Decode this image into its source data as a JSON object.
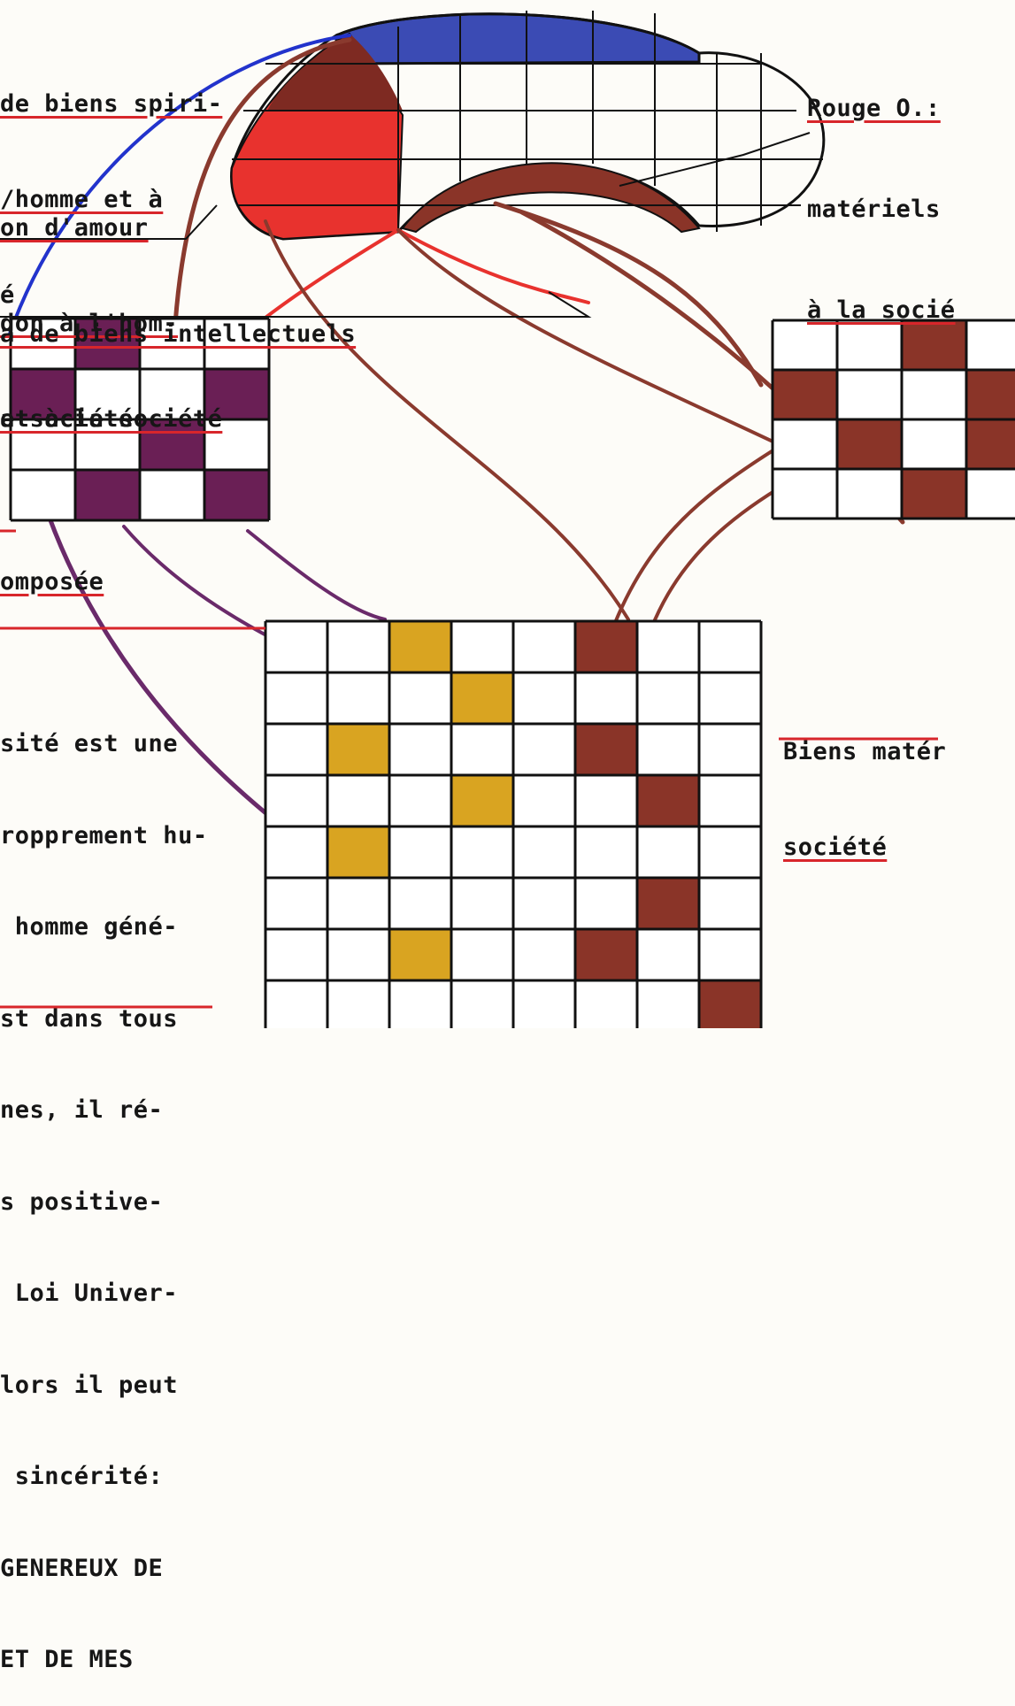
{
  "colors": {
    "paper": "#fdfcf8",
    "ink": "#161616",
    "grid_line": "#111111",
    "blue": "#3b4bb4",
    "red": "#e8322e",
    "dark_red": "#7e2a22",
    "brown": "#8a3428",
    "purple": "#6a1f55",
    "gold": "#d9a421",
    "underline_red": "#d8262b",
    "arc_brown": "#8a3a2e",
    "arc_purple": "#6a2a6a",
    "arc_blue": "#2233cc"
  },
  "labels": {
    "top_left": [
      "de biens spiri-",
      "/homme et à",
      "é"
    ],
    "middle_left": [
      "on d'amour",
      "don à l'hom-",
      "a société"
    ],
    "intellectual": [
      "a de biens intellectuels",
      "et à la société"
    ],
    "top_right": [
      "Rouge O.:",
      "matériels",
      "à la socié"
    ],
    "composee": "omposée",
    "bottom_right": [
      "Biens matér",
      "société"
    ],
    "paragraph": [
      "sité est une",
      "ropprement hu-",
      " homme géné-",
      "st dans tous",
      "nes, il ré-",
      "s positive-",
      " Loi Univer-",
      "lors il peut",
      " sincérité:",
      "GENEREUX DE",
      "ET DE MES"
    ]
  },
  "grids": {
    "left": {
      "rows": 4,
      "cols": 4,
      "filled": [
        [
          0,
          1,
          "purple"
        ],
        [
          1,
          0,
          "purple"
        ],
        [
          1,
          3,
          "purple"
        ],
        [
          2,
          2,
          "purple"
        ],
        [
          3,
          1,
          "purple"
        ],
        [
          3,
          3,
          "purple"
        ]
      ]
    },
    "right": {
      "rows": 4,
      "cols": 4,
      "filled": [
        [
          0,
          2,
          "brown"
        ],
        [
          1,
          0,
          "brown"
        ],
        [
          1,
          3,
          "brown"
        ],
        [
          2,
          1,
          "brown"
        ],
        [
          2,
          3,
          "brown"
        ],
        [
          3,
          2,
          "brown"
        ]
      ]
    },
    "bottom": {
      "rows": 8,
      "cols": 8,
      "filled": [
        [
          0,
          2,
          "gold"
        ],
        [
          0,
          5,
          "brown"
        ],
        [
          1,
          3,
          "gold"
        ],
        [
          2,
          1,
          "gold"
        ],
        [
          2,
          5,
          "brown"
        ],
        [
          3,
          3,
          "gold"
        ],
        [
          3,
          6,
          "brown"
        ],
        [
          4,
          1,
          "gold"
        ],
        [
          5,
          6,
          "brown"
        ],
        [
          6,
          2,
          "gold"
        ],
        [
          6,
          5,
          "brown"
        ],
        [
          7,
          7,
          "brown"
        ]
      ]
    }
  }
}
